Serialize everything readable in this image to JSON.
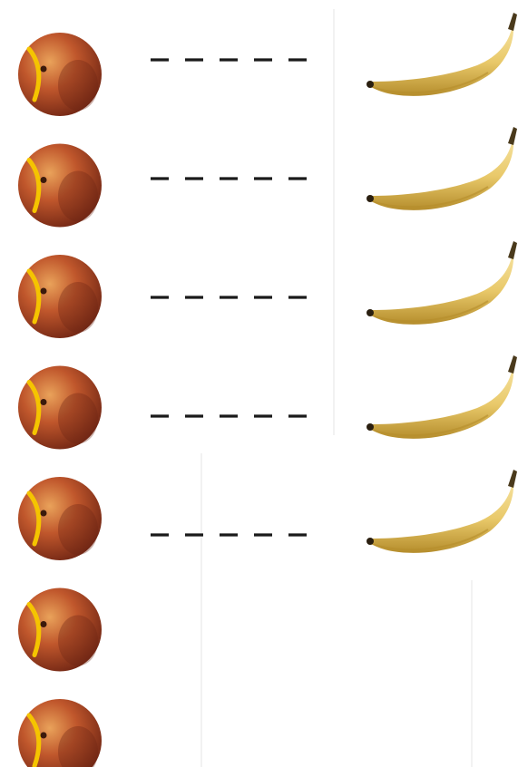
{
  "worksheet": {
    "peach_count": 7,
    "banana_count": 5,
    "matched_pairs": 5,
    "icons": {
      "left_column": "peach-icon",
      "right_column": "banana-icon",
      "connector": "dashed-line"
    },
    "colors": {
      "peach_light": "#e9a25a",
      "peach_mid": "#c0572c",
      "peach_dark": "#6e2413",
      "peach_highlight": "#f5c400",
      "banana_light": "#f7e5a6",
      "banana_mid": "#e9c96a",
      "banana_dark": "#b58d2c",
      "banana_tip": "#4a3a1c",
      "dash": "#1a1a1a"
    }
  }
}
